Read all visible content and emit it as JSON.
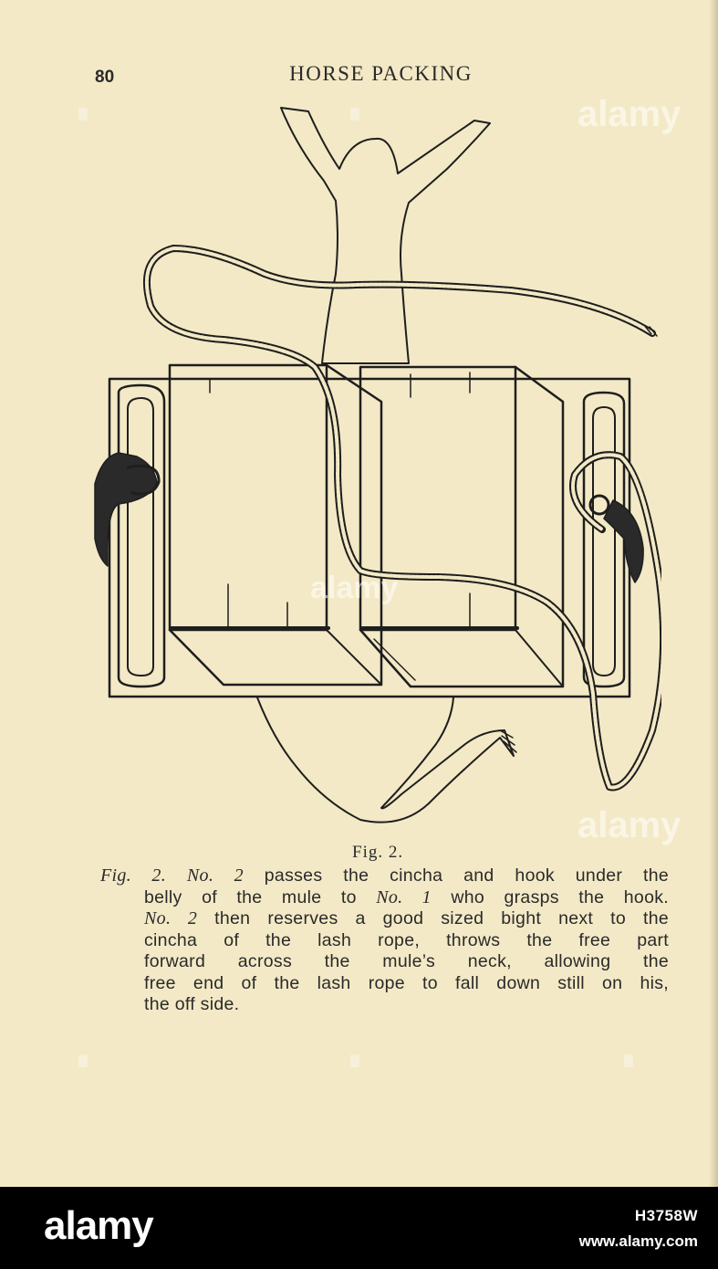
{
  "page": {
    "number": "80",
    "running_title": "HORSE PACKING"
  },
  "figure": {
    "label": "Fig. 2.",
    "caption": {
      "fig_ref": "Fig. 2.",
      "line1_ref": "No. 2",
      "line1_text": "passes the cincha and hook under the",
      "line2_text_a": "belly of the mule to",
      "line2_ref": "No. 1",
      "line2_text_b": "who grasps the hook.",
      "line3_ref": "No. 2",
      "line3_text": "then reserves a good sized bight next to the",
      "line4_text": "cincha of the lash rope, throws the free part",
      "line5_text": "forward across the mule’s neck, allowing the",
      "line6_text": "free end of the lash rope to fall down still on his,",
      "line7_text": "the off side."
    }
  },
  "watermark": {
    "text": "alamy"
  },
  "stock_bar": {
    "logo": "alamy",
    "image_id": "H3758W",
    "site": "www.alamy.com"
  }
}
